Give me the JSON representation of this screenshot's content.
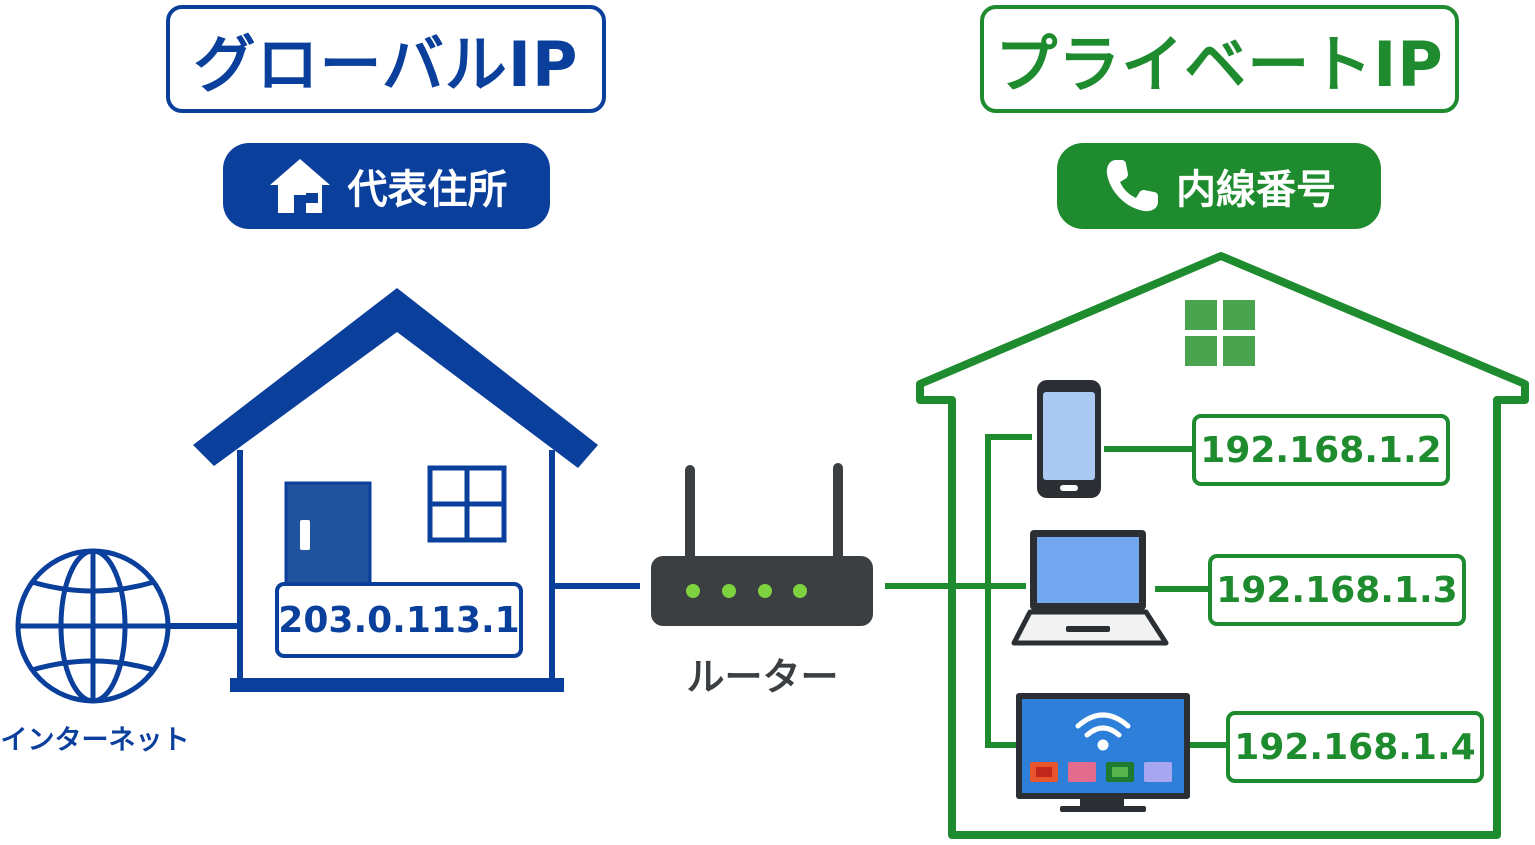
{
  "colors": {
    "blue": "#0b3f9c",
    "green": "#1e8c2e",
    "router_dark": "#3b3f42",
    "led": "#7ed13f"
  },
  "global": {
    "title": "グローバルIP",
    "badge_label": "代表住所",
    "badge_icon": "house-icon",
    "ip": "203.0.113.1"
  },
  "private": {
    "title": "プライベートIP",
    "badge_label": "内線番号",
    "badge_icon": "phone-icon",
    "devices": [
      {
        "icon": "smartphone-icon",
        "ip": "192.168.1.2"
      },
      {
        "icon": "laptop-icon",
        "ip": "192.168.1.3"
      },
      {
        "icon": "tv-icon",
        "ip": "192.168.1.4"
      }
    ]
  },
  "internet_label": "インターネット",
  "router_label": "ルーター"
}
